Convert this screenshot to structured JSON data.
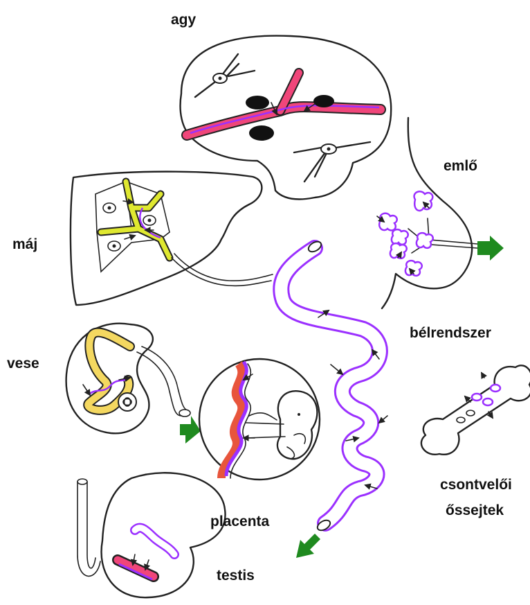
{
  "labels": {
    "brain": "agy",
    "breast": "emlő",
    "liver": "máj",
    "intestine": "bélrendszer",
    "kidney": "vese",
    "bone_marrow_line1": "csontvelői",
    "bone_marrow_line2": "őssejtek",
    "placenta": "placenta",
    "testis": "testis"
  },
  "colors": {
    "vessel_pink": "#f0467a",
    "vessel_purple": "#9b30ff",
    "liver_yellow": "#dfe830",
    "kidney_yellow": "#f4d860",
    "outflow_green": "#1f8a1f",
    "placenta_red": "#e8553c"
  }
}
